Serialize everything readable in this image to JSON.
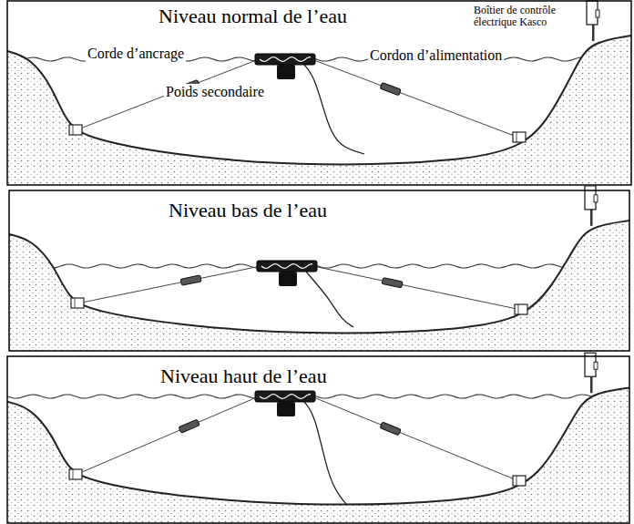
{
  "diagram": {
    "labels": [
      "Niveau normal de l’eau",
      "Boîtier de contrôle électrique Kasco",
      "Corde d’ancrage",
      "Cordon d’alimentation",
      "Poids secondaire",
      "Niveau bas de l’eau",
      "Niveau haut de l’eau"
    ]
  }
}
